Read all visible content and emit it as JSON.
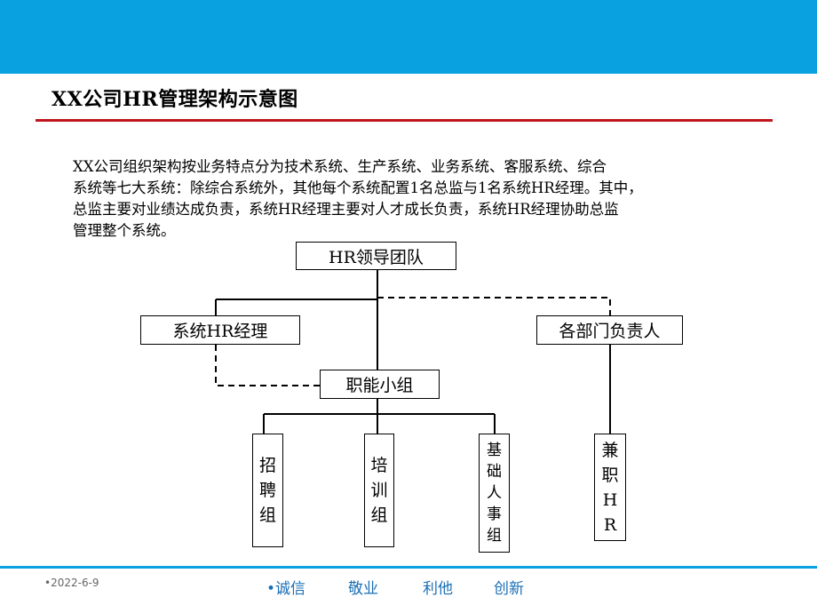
{
  "slide": {
    "title": "XX公司HR管理架构示意图",
    "intro_lines": [
      "XX公司组织架构按业务特点分为技术系统、生产系统、业务系统、客服系统、综合",
      "系统等七大系统：除综合系统外，其他每个系统配置1名总监与1名系统HR经理。其中，",
      "总监主要对业绩达成负责，系统HR经理主要对人才成长负责，系统HR经理协助总监",
      "管理整个系统。"
    ]
  },
  "org_chart": {
    "root": "HR领导团队",
    "system_hr_manager": "系统HR经理",
    "dept_heads": "各部门负责人",
    "function_group": "职能小组",
    "recruit_group": [
      "招",
      "聘",
      "组"
    ],
    "training_group": [
      "培",
      "训",
      "组"
    ],
    "basic_hr_group": [
      "基",
      "础",
      "人",
      "事",
      "组"
    ],
    "part_time_hr": [
      "兼",
      "职",
      "H",
      "R"
    ]
  },
  "footer": {
    "date": "•2022-6-9",
    "mottos": [
      "•诚信",
      "敬业",
      "利他",
      "创新"
    ]
  },
  "colors": {
    "top_bar": "#0aa1e0",
    "title_rule": "#c0161d",
    "motto": "#1a6fb5"
  }
}
